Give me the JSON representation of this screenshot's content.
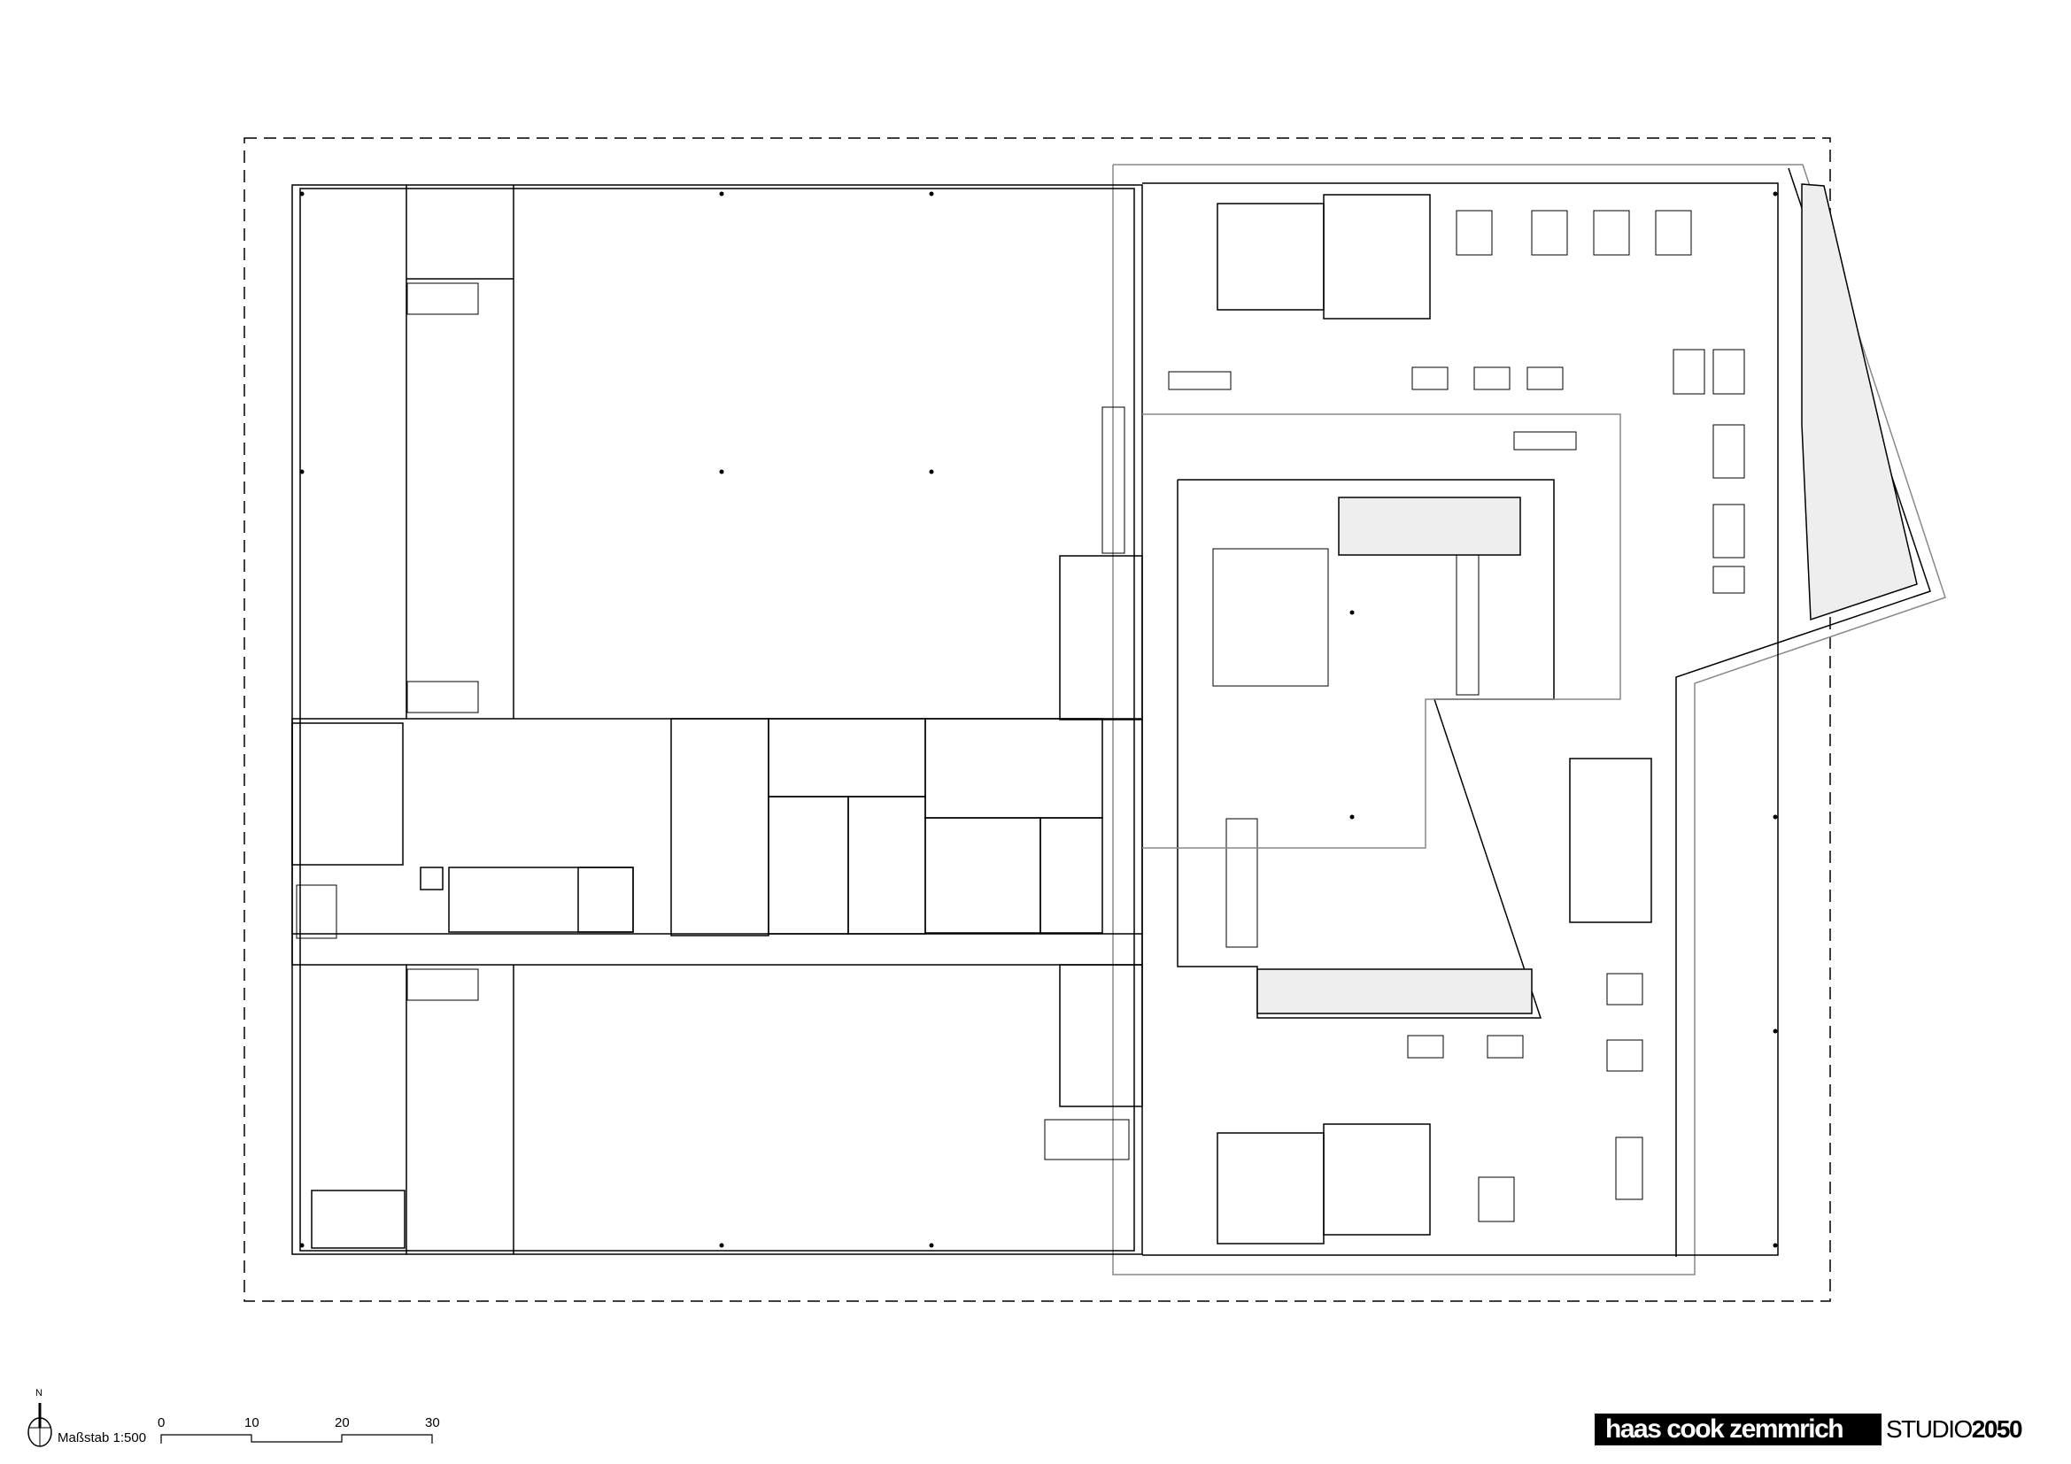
{
  "legend": {
    "north_label": "N",
    "scale_label": "Maßstab 1:500",
    "scale_ticks": [
      "0",
      "10",
      "20",
      "30"
    ]
  },
  "branding": {
    "architect": "haas cook zemmrich",
    "studio_prefix": "STUDIO",
    "studio_number": "2050"
  }
}
